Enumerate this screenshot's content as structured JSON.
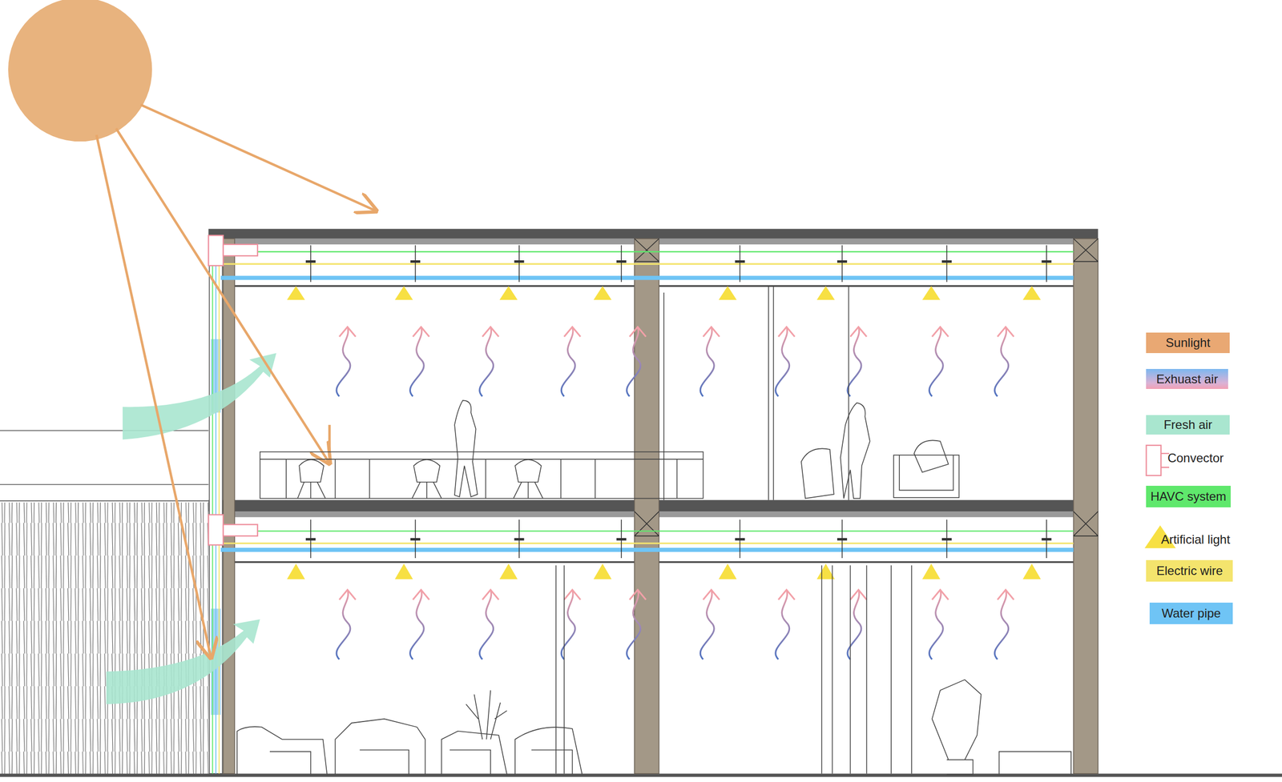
{
  "diagram": {
    "legend": [
      {
        "text": "Sunlight",
        "color": "#e9a873"
      },
      {
        "text": "Exhuast air"
      },
      {
        "text": "Fresh air",
        "color": "#a9e6cf"
      },
      {
        "text": "Convector"
      },
      {
        "text": "HAVC system",
        "color": "#5fe86c"
      },
      {
        "text": "Artificial light"
      },
      {
        "text": "Electric wire",
        "color": "#f4e46d"
      },
      {
        "text": "Water pipe",
        "color": "#6fc4f5"
      }
    ]
  }
}
